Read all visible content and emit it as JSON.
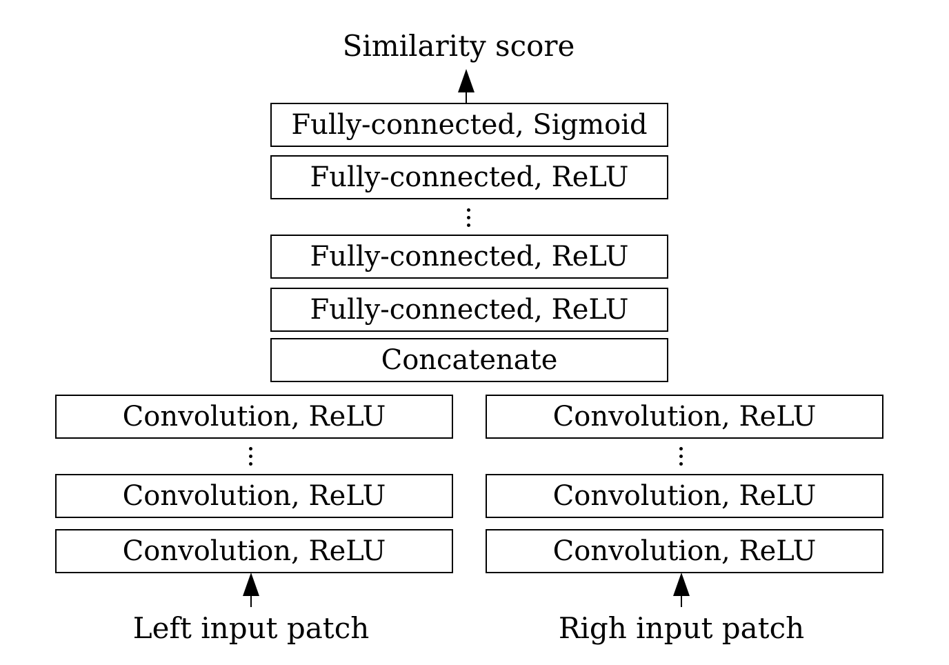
{
  "output_label": "Similarity score",
  "fc_stack": [
    "Fully-connected, Sigmoid",
    "Fully-connected, ReLU",
    "Fully-connected, ReLU",
    "Fully-connected, ReLU"
  ],
  "concat_label": "Concatenate",
  "left_branch": {
    "layers": [
      "Convolution, ReLU",
      "Convolution, ReLU",
      "Convolution, ReLU"
    ],
    "input_label": "Left input patch"
  },
  "right_branch": {
    "layers": [
      "Convolution, ReLU",
      "Convolution, ReLU",
      "Convolution, ReLU"
    ],
    "input_label": "Righ input patch"
  }
}
